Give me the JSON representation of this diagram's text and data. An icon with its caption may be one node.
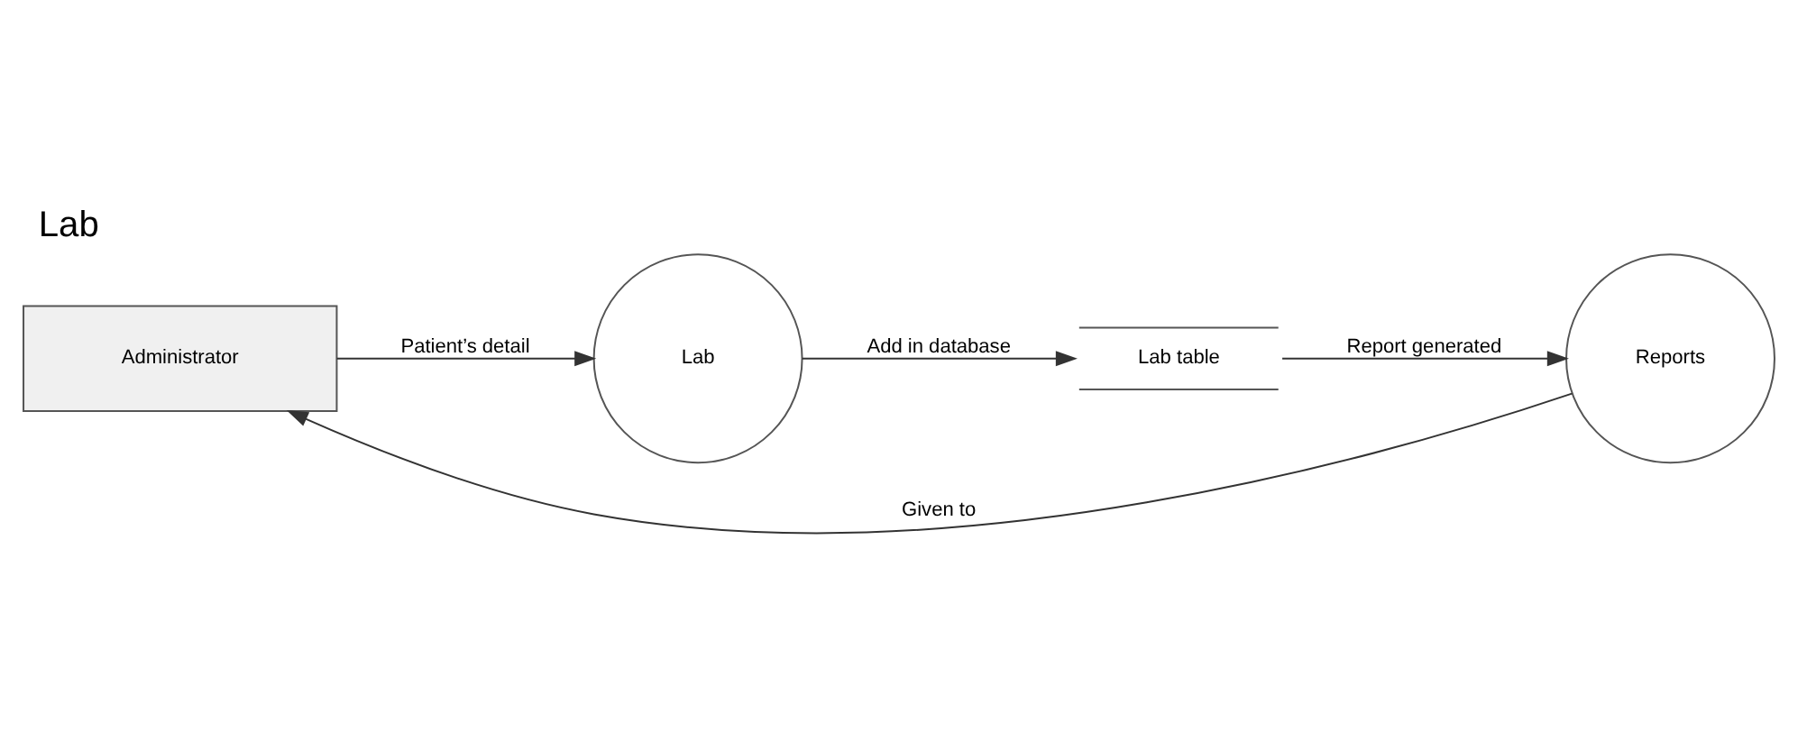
{
  "diagram": {
    "title": "Lab",
    "nodes": [
      {
        "text": [
          "Administrator"
        ]
      },
      {
        "text": [
          "Lab"
        ]
      },
      {
        "text": [
          "Lab table"
        ]
      },
      {
        "text": [
          "Reports"
        ]
      }
    ],
    "edges": [
      {
        "from": 0,
        "to": 1,
        "arrow": "to",
        "label": "Patient’s detail"
      },
      {
        "from": 1,
        "to": 2,
        "arrow": "to",
        "label": "Add in database"
      },
      {
        "from": 2,
        "to": 3,
        "arrow": "to",
        "label": "Report generated"
      },
      {
        "from": 3,
        "to": 0,
        "arrow": "to",
        "label": "Given to"
      }
    ]
  }
}
